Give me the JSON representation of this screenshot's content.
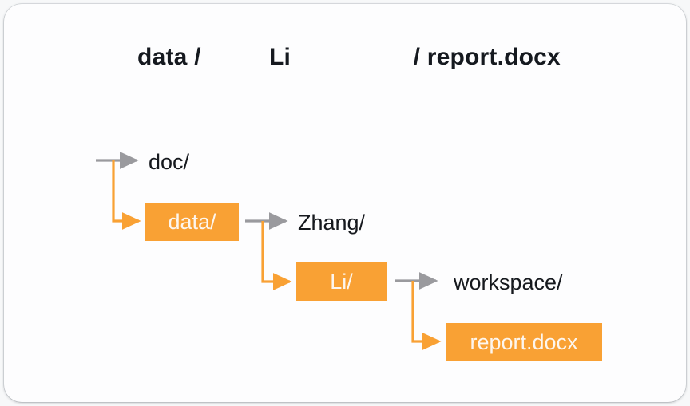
{
  "title": {
    "text": "data /          Li                  / report.docx"
  },
  "colors": {
    "highlight": "#f9a134",
    "arrow_gray": "#9a9a9e",
    "arrow_orange": "#f9a134",
    "text_dark": "#16191e",
    "box_text": "#fdf6ee",
    "card_bg": "#fdfdfe",
    "page_bg": "#f7f8f9"
  },
  "tree": {
    "levels": [
      {
        "sibling": {
          "label": "doc/",
          "highlighted": false
        },
        "selected": {
          "label": "data/",
          "highlighted": true
        }
      },
      {
        "sibling": {
          "label": "Zhang/",
          "highlighted": false
        },
        "selected": {
          "label": "Li/",
          "highlighted": true
        }
      },
      {
        "sibling": {
          "label": "workspace/",
          "highlighted": false
        },
        "selected": {
          "label": "report.docx",
          "highlighted": true
        }
      }
    ]
  }
}
